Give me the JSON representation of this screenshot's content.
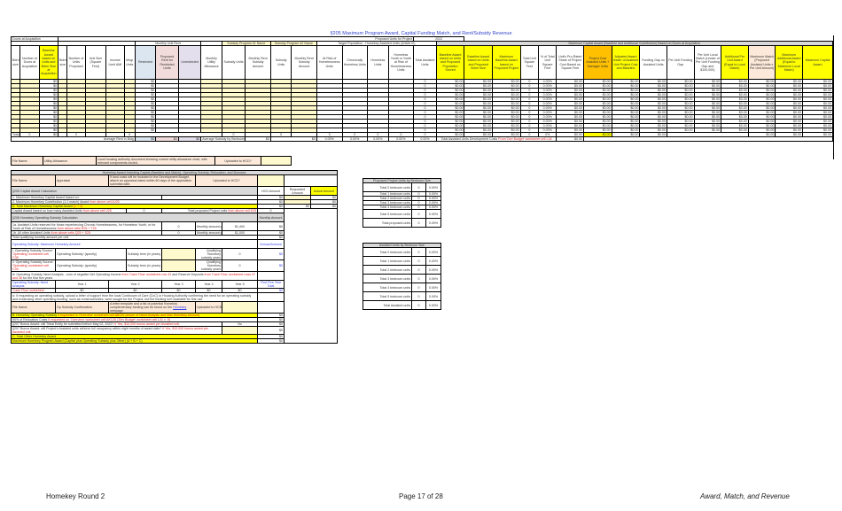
{
  "title": "§205 Maximum Program Award, Capital Funding Match, and Rent/Subsidy Revenue",
  "top_table": {
    "group_headers": {
      "doors": "Doors at Acquisition",
      "proposed": "Proposed Units for Project",
      "year": "2022",
      "monthly_rent": "Monthly Unit Rent",
      "subsidy1": "Subsidy Program #1 Name",
      "subsidy2": "Subsidy Program #2 Name",
      "target": "Target Population - Homekey Assisted Units (Article III)",
      "max_capital": "Maximum Capital Award (Baseline and Additional Contribution) Based on Doors at Acquisition"
    },
    "columns": [
      "Bdrm size",
      "Number of Doors at Acquisition",
      "Baseline Award based on Units and Bdrm Size at Acquisition",
      "Bdrm size",
      "Number of Units Proposed",
      "Unit Size (Square Feet)",
      "Income Limit AMI",
      "Mngr Units",
      "Restricted",
      "Proposed Rent for Restricted Units",
      "Unrestricted",
      "Monthly Utility Allowance",
      "Subsidy Units",
      "Monthly Rent Subsidy Amount",
      "Subsidy Units",
      "Monthly Rent Subsidy Amount",
      "At Risk of Homelessness Units",
      "Chronically Homeless Units",
      "Homeless Units",
      "Homeless Youth or Youth at Risk of Homelessness Units",
      "Total Assisted Units",
      "Baseline Award based on Units and Proposed Population Served",
      "Baseline Award based on Units and Proposed Bdrm Size",
      "Maximum Baseline Award based on Proposed Project",
      "Total Unit Square Feet",
      "% of Total Unit Square Feet",
      "Unit's Pro-Rated Share of Project Cost Based on Square Feet",
      "Project Cost Assisted Units + Manager Units",
      "Adjusted Award lesser of Assisted Unit Project Cost and Baseline",
      "Funding Gap on Assisted Units",
      "Per Unit Funding Gap",
      "Per Unit Local Match (Lesser of Per Unit Funding Gap and $100,000)",
      "Additional Per Unit Award (Equal to Local Match)",
      "Maximum Match (Proposed Assisted Units x Per Unit Amount)",
      "Maximum Additional Award (Equal to Maximum Local Match)",
      "Maximum Capital Award"
    ],
    "row_count": 12,
    "row_values": {
      "baseline": "$0",
      "restricted": "$0",
      "total_assisted": "0",
      "money": "$0.00",
      "sqft": "0",
      "pct": "0.00%"
    },
    "totals": {
      "label": "Total",
      "doors": "0",
      "baseline": "$0",
      "units": "0",
      "mngr": "0",
      "subsidy_units1": "0",
      "subsidy_units2": "0",
      "at_risk": "0",
      "chronic": "0",
      "homeless": "0",
      "youth": "0",
      "total_assisted": "0",
      "pct": "0%"
    },
    "avg_rent_label": "Average Rent in Bldg",
    "avg_rent_vals": [
      "$0",
      "$0",
      "$0"
    ],
    "avg_subsidy_label": "Average Subsidy by Bedroom",
    "avg_subsidy_vals": [
      "$0",
      "$0"
    ],
    "pct_row": [
      "0.00%",
      "0.00%",
      "0.00%",
      "0.00%",
      "0.00%"
    ],
    "cost_note": "Total Assisted Units Development Costs",
    "cost_note_red": "From 'Dev Budget' worksheet cell L18",
    "cost_value": "$0.00"
  },
  "utility_file": {
    "label": "File Name:",
    "name": "Utility Allowance",
    "desc": "Local housing authority document showing current utility allowance chart, with relevant components circled.",
    "uploaded": "Uploaded to HCD?"
  },
  "award": {
    "header": "Homekey Award Including Capital (Baseline and Match), Operating Subsidy, Relocation, and Bonuses",
    "file": {
      "label": "File Name:",
      "name": "Appraisal",
      "desc": "If land costs will be included in the Development Budget, attach an appraisal dated within 60 days of the application submittal date.",
      "uploaded": "Uploaded to HCD?"
    },
    "col_hcd": "HCD Amount",
    "col_req": "Requested Amount",
    "col_act": "Actual Amount",
    "cap_title": "§205 Capital Award Calculation",
    "rows": [
      {
        "t": "1. Maximum Homekey Capital Award based on:",
        "red": "",
        "v": "$0"
      },
      {
        "t": "2. Maximum Homekey Contribution (1:1 match) Award",
        "red": "from above cell AJ25",
        "v": "$0"
      },
      {
        "t": "A. Total Maximum Homekey Capital Award",
        "red": "(1 + 2)",
        "v": "$0",
        "req": "$0",
        "act": "$0"
      }
    ],
    "assisted_row": {
      "t": "Capital Award based on how many Assisted Units",
      "red": "from above cell U25",
      "v": "0",
      "t2": "Total proposed Project units",
      "red2": "from above cell E25",
      "v2": "0"
    },
    "op_title": "§206 Homekey Operating Subsidy Calculation",
    "col_monthly": "Monthly Amount",
    "op_rows": [
      {
        "t": "1a. Assisted Units reserved for those experiencing Chronic Homelessness, for Homeless Youth, or for Youth at Risk of Homelessness",
        "red": "from above cells R25 + T25",
        "n": "0",
        "lbl": "Monthly amount per unit",
        "amt": "$1,400",
        "v": "$0"
      },
      {
        "t": "1b. All other Assisted Units",
        "red": "from above cells Q25 + S25",
        "n": "0",
        "lbl": "Monthly amount per unit",
        "amt": "$1,000",
        "v": "$0"
      }
    ],
    "total_monthly": "Total qualifying monthly amount per unit",
    "total_monthly_v": "$0",
    "max_title": "Operating Subsidy: Maximum Homekey Amount",
    "col_annual": "Annual Amount",
    "src": [
      {
        "t": "i. Operating Subsidy Source:",
        "red": "'Operating' worksheet cell C38",
        "type": "Operating Subsidy: (specify)",
        "term": "Subsidy term (in years)",
        "qual": "Qualifying Homekey subsidy years",
        "n": "0",
        "v": "$0"
      },
      {
        "t": "ii. Operating Subsidy Source:",
        "red": "'Operating' worksheet cell C39",
        "type": "Operating Subsidy: (specify)",
        "term": "Subsidy term (in years)",
        "qual": "Qualifying Homekey subsidy years",
        "n": "0",
        "v": "$0"
      }
    ],
    "need": "iii. Operating Subsidy Need Analysis - sum of negative Net Operating Income",
    "need_red": "from 'Cash Flow' worksheet row 43",
    "need2": "and Reserve Deposits",
    "need_red2": "from 'Cash Flow' worksheet rows 37 and 38",
    "need3": "for the first five years",
    "need_hdr": "Operating Subsidy: Need Analysis",
    "years": [
      "Year 1",
      "Year 2",
      "Year 3",
      "Year 4",
      "Year 5"
    ],
    "five_yr": "First Five Year Total",
    "cf_label": "'Cash Flow' worksheet",
    "cf_vals": [
      "$0",
      "$0",
      "$0",
      "$0",
      "$0"
    ],
    "cf_total": "$0",
    "iv": "iv. If requesting an operating subsidy, upload a letter of support from the local Continuum of Care (CoC) or Housing Authority confirming the need for an operating subsidy and evidencing other operating funding, such as rental subsidies, were sought for the Project, but the funding isn't available for this use.",
    "op_file": {
      "label": "File Name:",
      "name": "Op Subsidy Confirmation",
      "desc": "A letter template and a list of potential Homekey complementary funding can be found on the",
      "link": "Homekey",
      "desc2": "webpage.",
      "uploaded": "Uploaded to HCD?"
    },
    "b": {
      "t": "B. Homekey Operating Subsidy",
      "red": "if requested in 'Overview' worksheet cell AB139 (lesser of Need Analysis and Max Homekey Amount)",
      "v": "$0",
      "act": "$0"
    },
    "other": [
      {
        "t": "90% of Relocation Costs",
        "red": "if requested on 'Overview' worksheet cell AK128 ('Dev Budget' worksheet cell L31 x .9)",
        "v": "$0",
        "act": "$0"
      },
      {
        "t": "§207 Bonus Award: will Tribal Entity be submitted before May 02, 2022?",
        "red": "If Yes, $10,000 bonus award per Assisted unit.",
        "ans": "No",
        "v": "$0",
        "act": "$0"
      },
      {
        "t": "§207 Bonus Award: will Project's Assisted units achieve full occupancy within eight months of award date?",
        "red": "If Yes, $10,000 bonus award per Assisted unit.",
        "v": "$0",
        "act": "$0"
      }
    ],
    "c": {
      "t": "C. Total Other Homekey Award",
      "v": "$0",
      "req": "$0",
      "act": "$0"
    },
    "max": {
      "t": "Maximum Homekey Program Award (Capital plus Operating Subsidy plus Other) (A + B + C)",
      "v": "$0",
      "req": "$0",
      "act": "$0"
    }
  },
  "bedroom_proposed": {
    "title": "Proposed Project Units by Bedroom Size",
    "rows": [
      {
        "l": "Total 0 bedroom units",
        "n": "0",
        "p": "0.00%"
      },
      {
        "l": "Total 1 bedroom units",
        "n": "0",
        "p": "0.00%"
      },
      {
        "l": "Total 2 bedroom units",
        "n": "0",
        "p": "0.00%"
      },
      {
        "l": "Total 3 bedroom units",
        "n": "0",
        "p": "0.00%"
      },
      {
        "l": "Total 4 bedroom units",
        "n": "0",
        "p": "0.00%"
      },
      {
        "l": "Total 5 bedroom units",
        "n": "0",
        "p": "0.00%"
      },
      {
        "l": "Total proposed units",
        "n": "0",
        "p": "0.00%"
      }
    ]
  },
  "bedroom_assisted": {
    "title": "Assisted Units by Bedroom Size",
    "rows": [
      {
        "l": "Total 0 bedroom units",
        "n": "0",
        "p": "0.00%"
      },
      {
        "l": "Total 1 bedroom units",
        "n": "0",
        "p": "0.00%"
      },
      {
        "l": "Total 2 bedroom units",
        "n": "0",
        "p": "0.00%"
      },
      {
        "l": "Total 3 bedroom units",
        "n": "0",
        "p": "0.00%"
      },
      {
        "l": "Total 4 bedroom units",
        "n": "0",
        "p": "0.00%"
      },
      {
        "l": "Total 5 bedroom units",
        "n": "0",
        "p": "0.00%"
      },
      {
        "l": "Total Assisted units",
        "n": "0",
        "p": "0.00%"
      }
    ]
  },
  "footer": {
    "left": "Homekey Round 2",
    "center": "Page 17 of 28",
    "right": "Award, Match, and Revenue"
  }
}
